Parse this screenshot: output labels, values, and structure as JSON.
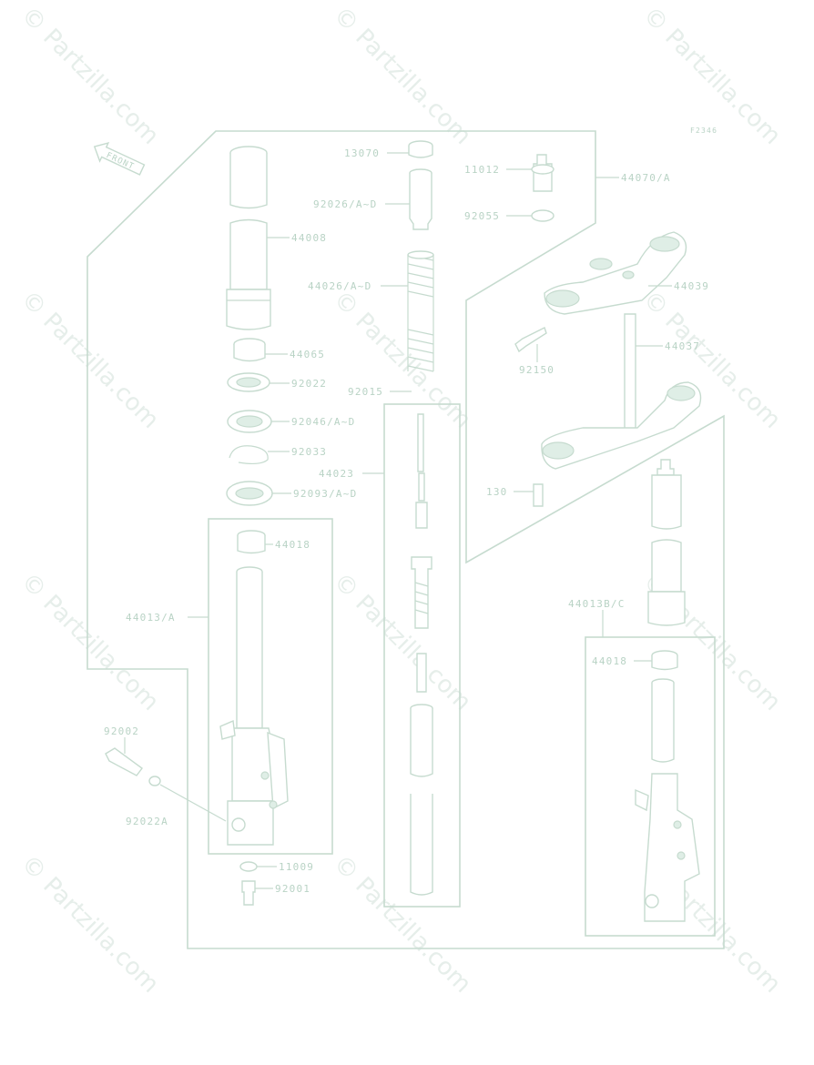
{
  "watermark": {
    "text": "© Partzilla.com"
  },
  "diagram": {
    "ref_code": "F2346",
    "front_arrow_text": "FRONT",
    "labels": {
      "p13070": "13070",
      "p11012": "11012",
      "p44070": "44070/A",
      "p92026": "92026/A~D",
      "p92055": "92055",
      "p44008": "44008",
      "p44026": "44026/A~D",
      "p44039": "44039",
      "p44065": "44065",
      "p92150": "92150",
      "p44037": "44037",
      "p92022": "92022",
      "p92015": "92015",
      "p92046": "92046/A~D",
      "p92033": "92033",
      "p44023": "44023",
      "p130": "130",
      "p92093": "92093/A~D",
      "p44018": "44018",
      "p44013": "44013/A",
      "p44013bc": "44013B/C",
      "p44018b": "44018",
      "p92002": "92002",
      "p92022a": "92022A",
      "p11009": "11009",
      "p92001": "92001"
    }
  },
  "colors": {
    "line": "#c6dbcf",
    "label": "#b9d3c5",
    "watermark": "#e6eeea"
  }
}
